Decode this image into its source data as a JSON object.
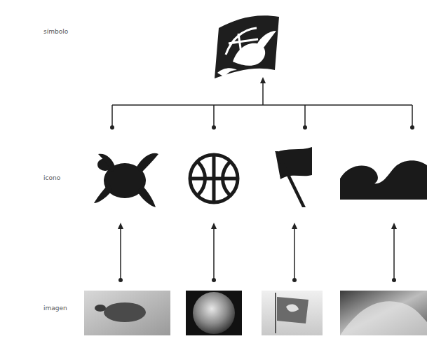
{
  "diagram": {
    "labels": [
      "símbolo",
      "icono",
      "imagen"
    ]
  }
}
